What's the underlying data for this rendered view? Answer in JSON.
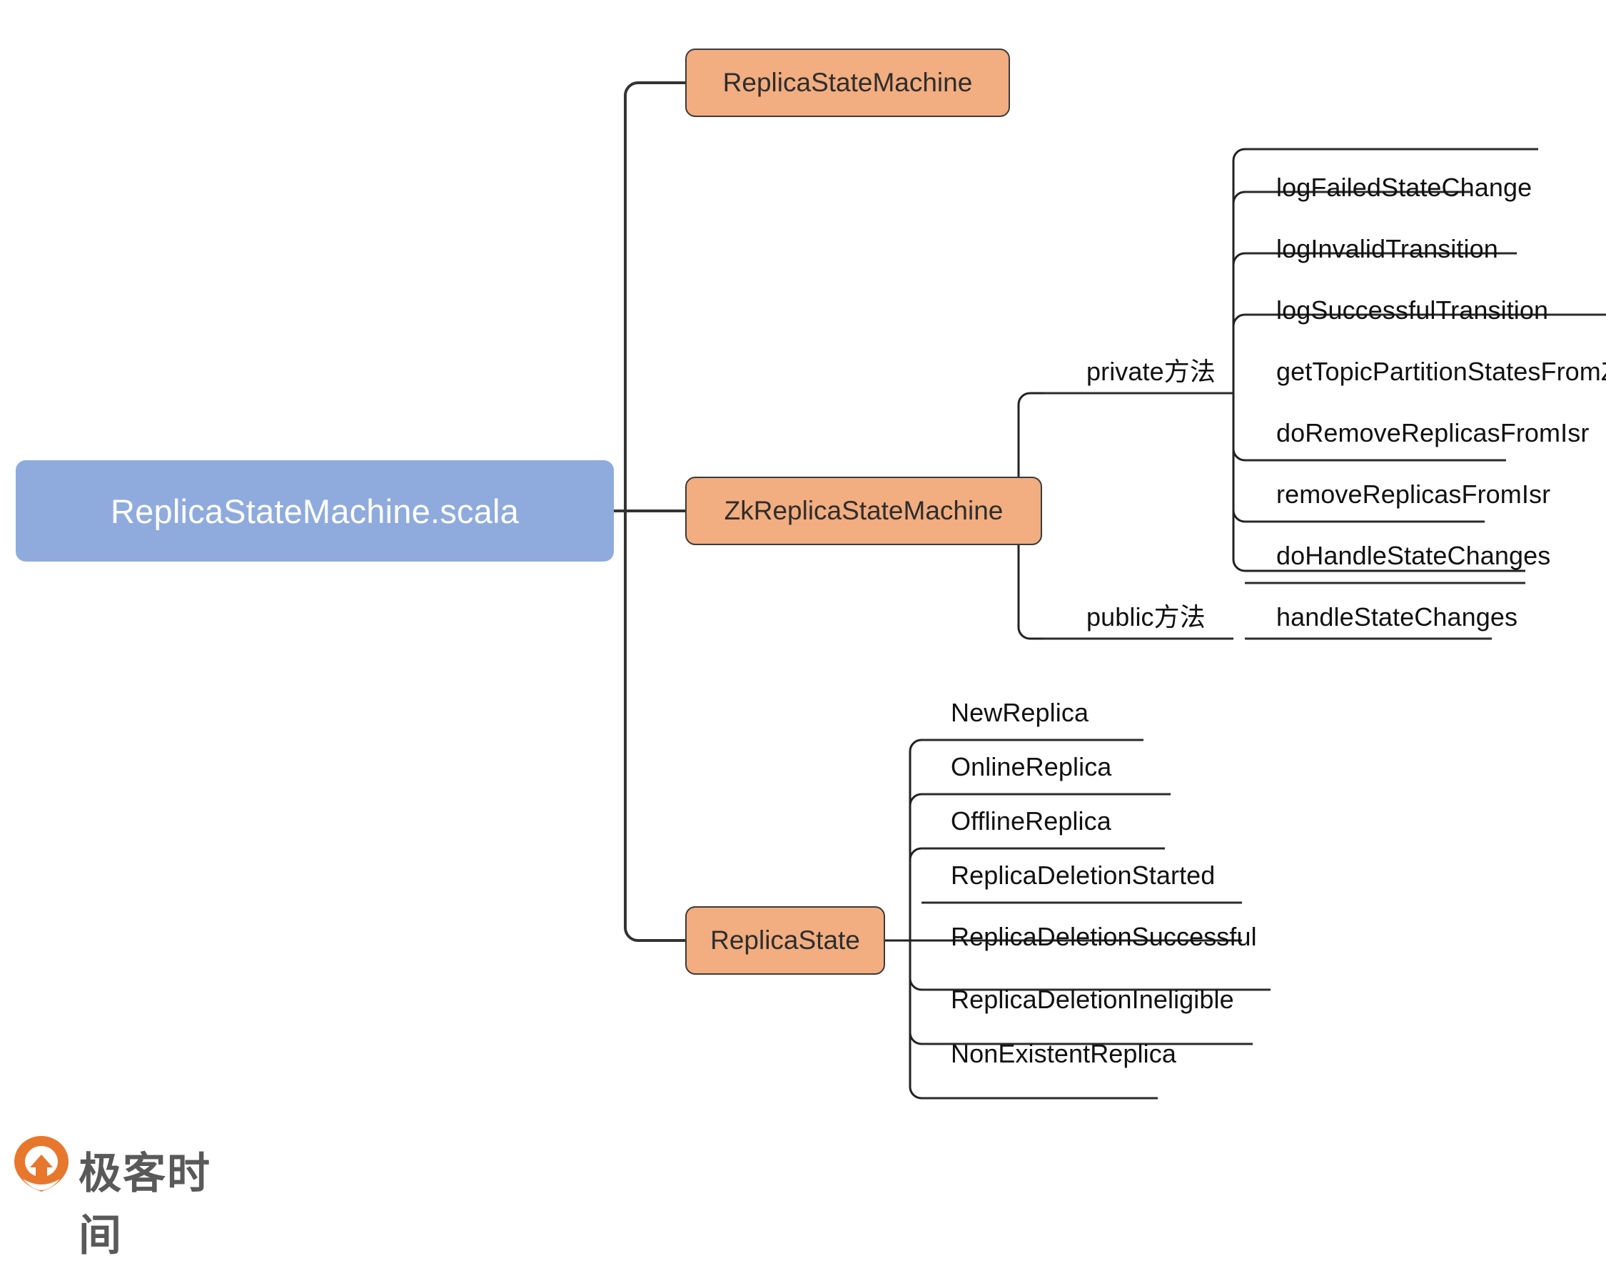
{
  "diagram": {
    "type": "mindmap",
    "root": {
      "label": "ReplicaStateMachine.scala",
      "color": "#8fabdd",
      "text_color": "#ffffff"
    },
    "branch_color": "#f2ad80",
    "branches": [
      {
        "label": "ReplicaStateMachine",
        "children": []
      },
      {
        "label": "ZkReplicaStateMachine",
        "groups": [
          {
            "label": "private方法",
            "items": [
              "logFailedStateChange",
              "logInvalidTransition",
              "logSuccessfulTransition",
              "getTopicPartitionStatesFromZk",
              "doRemoveReplicasFromIsr",
              "removeReplicasFromIsr",
              "doHandleStateChanges"
            ]
          },
          {
            "label": "public方法",
            "items": [
              "handleStateChanges"
            ]
          }
        ]
      },
      {
        "label": "ReplicaState",
        "items": [
          "NewReplica",
          "OnlineReplica",
          "OfflineReplica",
          "ReplicaDeletionStarted",
          "ReplicaDeletionSuccessful",
          "ReplicaDeletionIneligible",
          "NonExistentReplica"
        ]
      }
    ]
  },
  "logo": {
    "text": "极客时间",
    "mark_color": "#e8772e"
  }
}
